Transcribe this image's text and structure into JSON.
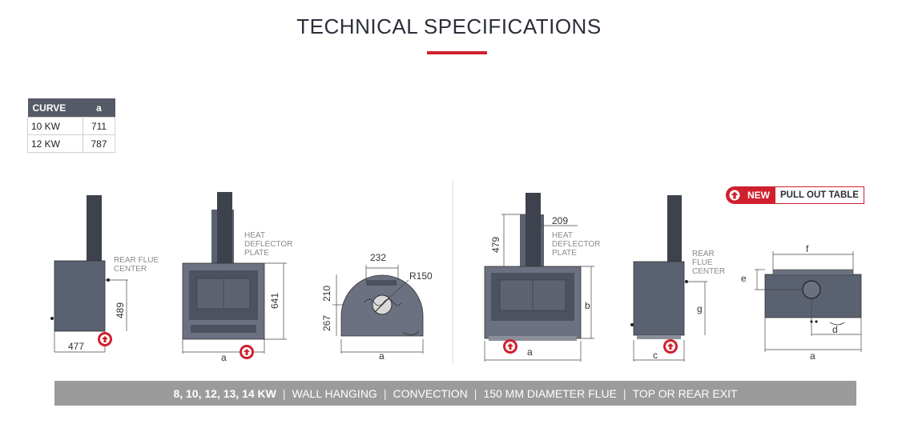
{
  "header": {
    "title": "TECHNICAL SPECIFICATIONS"
  },
  "curve_table": {
    "headers": [
      "CURVE",
      "a"
    ],
    "rows": [
      [
        "10 KW",
        "711"
      ],
      [
        "12 KW",
        "787"
      ]
    ]
  },
  "badge": {
    "new": "NEW",
    "text": "PULL OUT TABLE"
  },
  "drawings": {
    "side_left": {
      "width": "477",
      "height": "489",
      "note_1": "REAR FLUE",
      "note_2": "CENTER"
    },
    "front_left": {
      "height": "641",
      "width": "a",
      "note_1": "HEAT",
      "note_2": "DEFLECTOR",
      "note_3": "PLATE"
    },
    "top_view": {
      "width_top": "232",
      "radius": "R150",
      "depth_1": "210",
      "depth_2": "267",
      "width": "a"
    },
    "front_right": {
      "top": "209",
      "flue": "479",
      "height": "b",
      "width": "a",
      "note_1": "HEAT",
      "note_2": "DEFLECTOR",
      "note_3": "PLATE"
    },
    "side_right": {
      "height": "g",
      "width": "c",
      "note_1": "REAR",
      "note_2": "FLUE",
      "note_3": "CENTER"
    },
    "plan_right": {
      "top": "f",
      "side": "e",
      "offset": "d",
      "width": "a"
    }
  },
  "footer": {
    "powers": "8, 10, 12, 13, 14 KW",
    "items": [
      "WALL HANGING",
      "CONVECTION",
      "150 MM DIAMETER FLUE",
      "TOP OR REAR EXIT"
    ]
  },
  "colors": {
    "accent": "#d0202e",
    "stove": "#5a6170",
    "flue": "#3d424d",
    "footer": "#9b9b9b"
  }
}
